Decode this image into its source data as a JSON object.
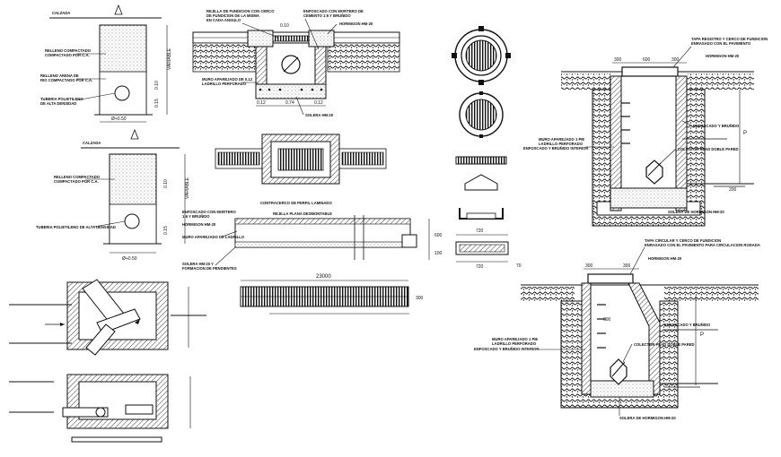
{
  "sheet": {
    "title": "Drainage pipe, manhole and catch basin construction details",
    "colors": {
      "ink": "#111111",
      "concrete_fill": "#e4e4e4",
      "background": "#ffffff"
    }
  },
  "detail_a": {
    "top_label": "CALZADA",
    "fill_label": "RELLENO COMPACTADO",
    "fill_label_2": "COMPACTADO POR C.A.",
    "sand_label": "RELLENO ARENA DE",
    "sand_label_2": "RIO COMPACTADO POR C.A.",
    "pipe_label": "TUBERIA POLIETILENO",
    "pipe_label_2": "DE ALTA DENSIDAD",
    "dim_bottom": "Ø+0.50",
    "dim_side_1": "0.10",
    "dim_side_2": "0.15",
    "dim_side_3": "VARIABLE"
  },
  "detail_b": {
    "top_label": "CALZADA",
    "fill_label": "RELLENO COMPACTADO",
    "fill_label_2": "COMPACTADO POR C.A.",
    "pipe_label": "TUBERIA POLIETILENO DE ALTA DENSIDAD",
    "dim_bottom": "Ø+0.50",
    "dim_side_1": "0.10",
    "dim_side_2": "0.15",
    "dim_side_3": "VARIABLE"
  },
  "detail_c": {
    "label_rejilla": "REJILLA DE FUNDICION CON CERCO",
    "label_rejilla_2": "DE FUNDICION DE LA MISMA",
    "label_rejilla_3": "EN CADA ANGULO",
    "label_mortero": "ENFOSCADO CON MORTERO DE",
    "label_mortero_2": "CEMENTO 1:6 Y BRUÑIDO",
    "label_hormigon": "HORMIGON HM-20",
    "label_muro": "MURO APAREJADO DE 0.12",
    "label_muro_2": "LADRILLO PERFORADO",
    "label_solera": "SOLERA HM-20",
    "dim_1": "0.12",
    "dim_2": "0.74",
    "dim_3": "0.12",
    "dim_top": "0.10"
  },
  "detail_e": {
    "label_1": "ENFOSCADO CON MORTERO",
    "label_2": "1:6 Y BRUÑIDO",
    "label_rejilla": "REJILLA PLANA DESMONTABLE",
    "label_muro": "MURO APAREJADO DE LADRILLO",
    "label_hormigon": "HORMIGON HM-20",
    "label_solera": "SOLERA HM-20 Y",
    "label_solera_2": "FORMACION DE PENDIENTES",
    "label_top": "CONTRACERCO DE PERFIL LAMINADO",
    "dim_h1": "600",
    "dim_h2": "100"
  },
  "grate_strip": {
    "length": "23000",
    "dim": "300"
  },
  "cover_details": {
    "dim_1": "720",
    "dim_2": "720",
    "dim_3": "70"
  },
  "manhole_1": {
    "label_tapa": "TAPA REGISTRO Y CERCO DE FUNDICION",
    "label_tapa_2": "ENRASADO CON EL PAVIMENTO",
    "label_hormigon": "HORMIGON HM-20",
    "label_enfoscado": "ENFOSCADO Y BRUÑIDO",
    "label_muro": "MURO APAREJADO 1 PIE",
    "label_muro_2": "LADRILLO PERFORADO",
    "label_muro_3": "ENFOSCADO Y BRUÑIDO INTERIOR",
    "label_colector": "COLECTOR PEAD DOBLE PARED",
    "label_solera": "SOLERA DE HORMIGON HM-20",
    "dim_top_1": "300",
    "dim_top_2": "600",
    "dim_top_3": "300",
    "dim_bottom": "200",
    "marker": "P"
  },
  "manhole_2": {
    "label_tapa": "TAPA CIRCULAR Y CERCO DE FUNDICION",
    "label_tapa_2": "ENRASADO CON EL PAVIMENTO PARA CIRCULACION RODADA",
    "label_hormigon": "HORMIGON HM-20",
    "label_enfoscado": "ENFOSCADO Y BRUÑIDO",
    "label_muro": "MURO APAREJADO 1 PIE",
    "label_muro_2": "LADRILLO PERFORADO",
    "label_muro_3": "ENFOSCADO Y BRUÑIDO INTERIOR",
    "label_colector": "COLECTOR PEAD DOBLE PARED",
    "label_solera": "SOLERA DE HORMIGON HM-20",
    "dim_top_1": "300",
    "dim_top_2": "300",
    "dim_mid": "600",
    "marker": "P"
  }
}
